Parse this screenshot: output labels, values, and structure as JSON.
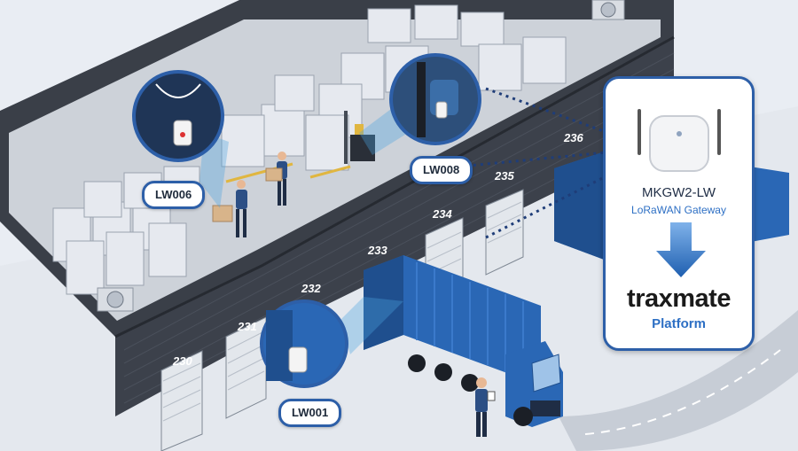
{
  "docks": [
    "230",
    "231",
    "232",
    "233",
    "234",
    "235",
    "236"
  ],
  "tags": {
    "lw006": "LW006",
    "lw008": "LW008",
    "lw001": "LW001"
  },
  "gateway": {
    "model": "MKGW2-LW",
    "type": "LoRaWAN Gateway"
  },
  "platform": {
    "brand": "traxmate",
    "label": "Platform"
  },
  "colors": {
    "accent": "#2d5fa8",
    "link": "#2d6fc4",
    "container": "#2a67b5",
    "wall": "#3c414b",
    "floor": "#c9ced6"
  }
}
